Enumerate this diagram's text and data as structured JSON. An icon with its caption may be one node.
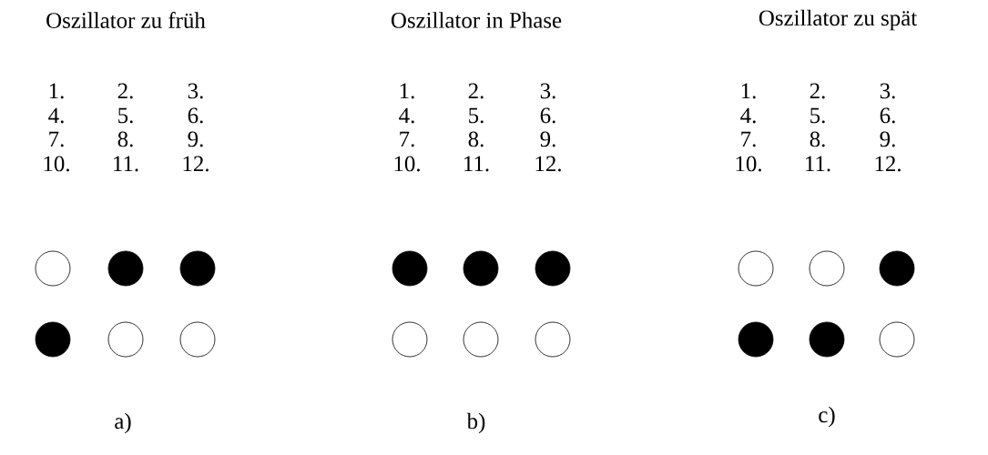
{
  "diagram": {
    "nodes": [
      {
        "text": [],
        "shape": "circle"
      },
      {
        "text": [],
        "shape": "dot"
      },
      {
        "text": [],
        "shape": "dot"
      },
      {
        "text": [],
        "shape": "dot"
      },
      {
        "text": [],
        "shape": "circle"
      },
      {
        "text": [],
        "shape": "circle"
      },
      {
        "text": [],
        "shape": "dot"
      },
      {
        "text": [],
        "shape": "dot"
      },
      {
        "text": [],
        "shape": "dot"
      },
      {
        "text": [],
        "shape": "circle"
      },
      {
        "text": [],
        "shape": "circle"
      },
      {
        "text": [],
        "shape": "circle"
      },
      {
        "text": [],
        "shape": "circle"
      },
      {
        "text": [],
        "shape": "circle"
      },
      {
        "text": [],
        "shape": "dot"
      },
      {
        "text": [],
        "shape": "dot"
      },
      {
        "text": [],
        "shape": "dot"
      },
      {
        "text": [],
        "shape": "circle"
      }
    ],
    "labels": [
      "Oszillator zu früh",
      "1.",
      "2.",
      "3.",
      "4.",
      "5.",
      "6.",
      "7.",
      "8.",
      "9.",
      "10.",
      "11.",
      "12.",
      "a)",
      "Oszillator in Phase",
      "1.",
      "2.",
      "3.",
      "4.",
      "5.",
      "6.",
      "7.",
      "8.",
      "9.",
      "10.",
      "11.",
      "12.",
      "b)",
      "Oszillator zu spät",
      "1.",
      "2.",
      "3.",
      "4.",
      "5.",
      "6.",
      "7.",
      "8.",
      "9.",
      "10.",
      "11.",
      "12.",
      "c)"
    ]
  }
}
